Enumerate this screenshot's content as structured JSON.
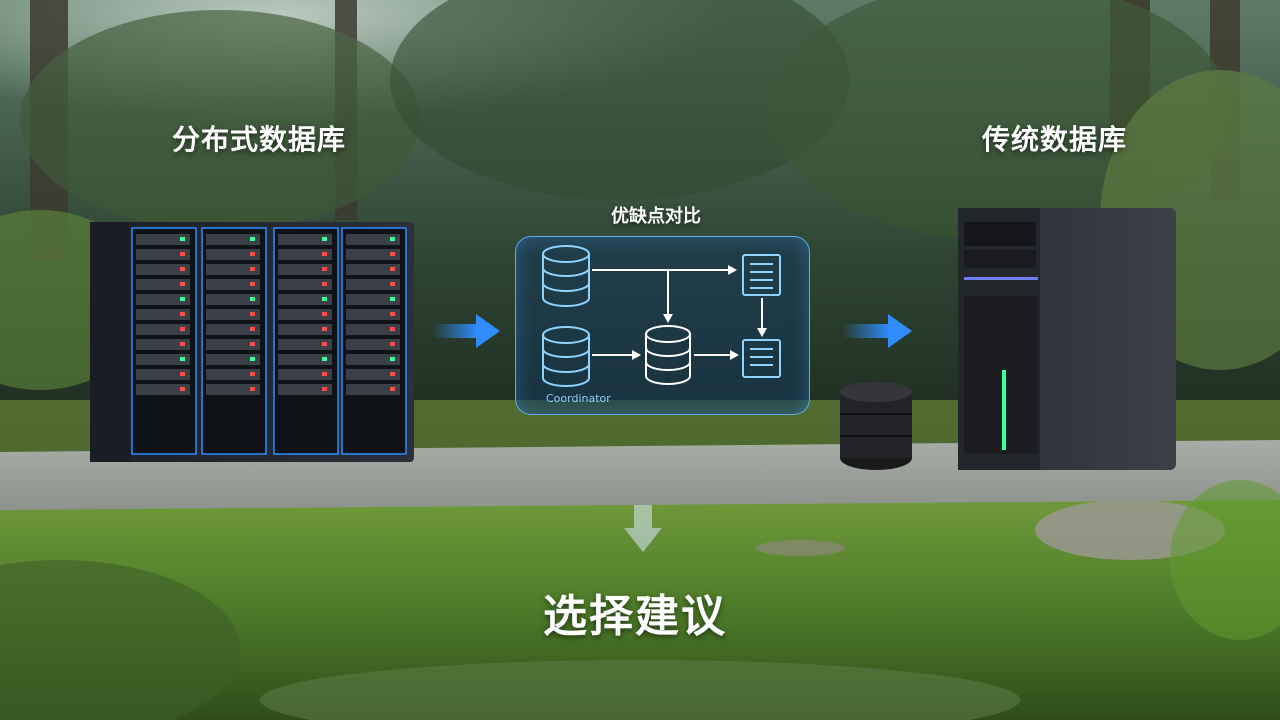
{
  "labels": {
    "distributed": "分布式数据库",
    "traditional": "传统数据库",
    "compare": "优缺点对比",
    "advice": "选择建议",
    "panel_caption": "Coordinator"
  },
  "colors": {
    "accent_blue": "#2f8dff",
    "panel_border": "#6ebeff",
    "led_green": "#3cff9a"
  },
  "icons": [
    "arrow-right-icon",
    "arrow-down-icon",
    "database-icon",
    "document-icon"
  ]
}
